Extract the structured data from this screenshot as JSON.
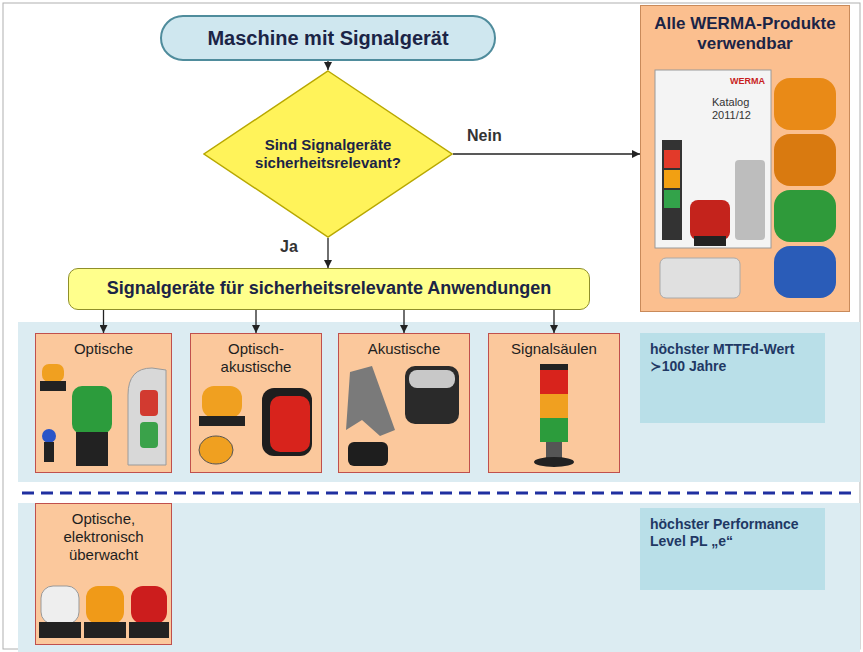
{
  "diagram": {
    "nodes": [
      {
        "text": [
          "Maschine mit Signalgerät"
        ]
      },
      {
        "text": [
          "Sind Signalgeräte sicherheitsrelevant?"
        ]
      },
      {
        "text": [
          "Alle WERMA-Produkte verwendbar"
        ]
      },
      {
        "text": [
          "Signalgeräte für sicherheitsrelevante Anwendungen"
        ]
      },
      {
        "text": [
          "Optische"
        ]
      },
      {
        "text": [
          "Optisch- akustische"
        ]
      },
      {
        "text": [
          "Akustische"
        ]
      },
      {
        "text": [
          "Signalsäulen"
        ]
      },
      {
        "text": [
          "höchster MTTFd-Wert ≻100 Jahre"
        ]
      },
      {
        "text": [
          "Optische, elektronisch überwacht"
        ]
      },
      {
        "text": [
          "höchster Performance Level PL „e“"
        ]
      }
    ],
    "edges": [
      {
        "from": 0,
        "to": 1,
        "arrow": "to"
      },
      {
        "from": 1,
        "to": 2,
        "label": "Nein",
        "arrow": "to"
      },
      {
        "from": 1,
        "to": 3,
        "label": "Ja",
        "arrow": "to"
      },
      {
        "from": 3,
        "to": 4,
        "arrow": "to"
      },
      {
        "from": 3,
        "to": 5,
        "arrow": "to"
      },
      {
        "from": 3,
        "to": 6,
        "arrow": "to"
      },
      {
        "from": 3,
        "to": 7,
        "arrow": "to"
      }
    ],
    "labels": [
      "WERMA",
      "Katalog 2011/12"
    ]
  }
}
